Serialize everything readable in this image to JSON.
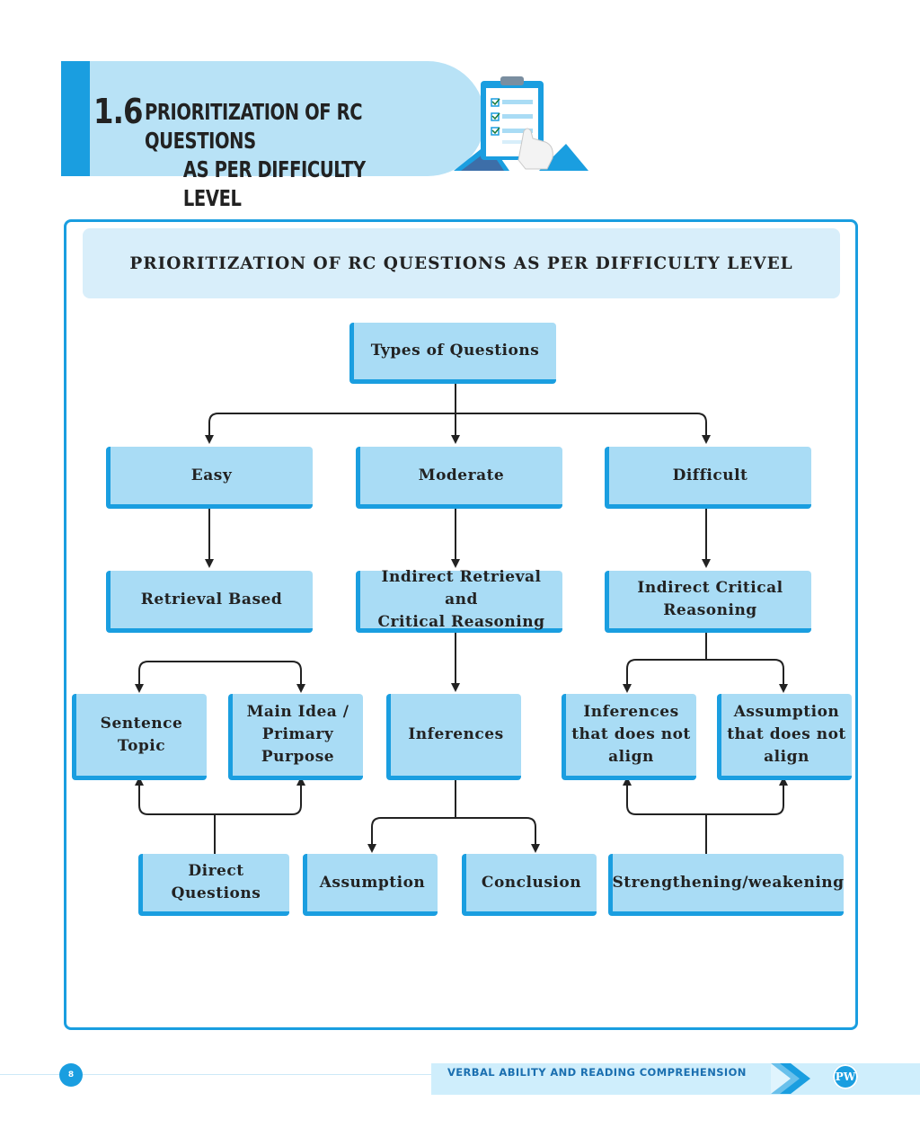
{
  "header": {
    "section_number": "1.6",
    "title_line1": "PRIORITIZATION OF RC QUESTIONS",
    "title_line2": "AS PER DIFFICULTY LEVEL"
  },
  "diagram": {
    "title": "PRIORITIZATION OF RC QUESTIONS AS PER DIFFICULTY LEVEL",
    "root": "Types of Questions",
    "easy": "Easy",
    "moderate": "Moderate",
    "difficult": "Difficult",
    "retrieval_based": "Retrieval Based",
    "indirect_retrieval": "Indirect Retrieval and\nCritical Reasoning",
    "indirect_critical": "Indirect Critical\nReasoning",
    "sentence_topic": "Sentence\nTopic",
    "main_idea": "Main Idea /\nPrimary\nPurpose",
    "direct_questions": "Direct\nQuestions",
    "inferences": "Inferences",
    "assumption": "Assumption",
    "conclusion": "Conclusion",
    "inferences_not_align": "Inferences\nthat does not\nalign",
    "assumption_not_align": "Assumption\nthat does not\nalign",
    "strengthening": "Strengthening/weakening"
  },
  "footer": {
    "page_number": "8",
    "book_title": "VERBAL ABILITY AND READING COMPREHENSION",
    "logo_text": "PW"
  },
  "colors": {
    "accent": "#1a9ee0",
    "box_fill": "#a9dcf5",
    "title_bar": "#d8eefa"
  }
}
